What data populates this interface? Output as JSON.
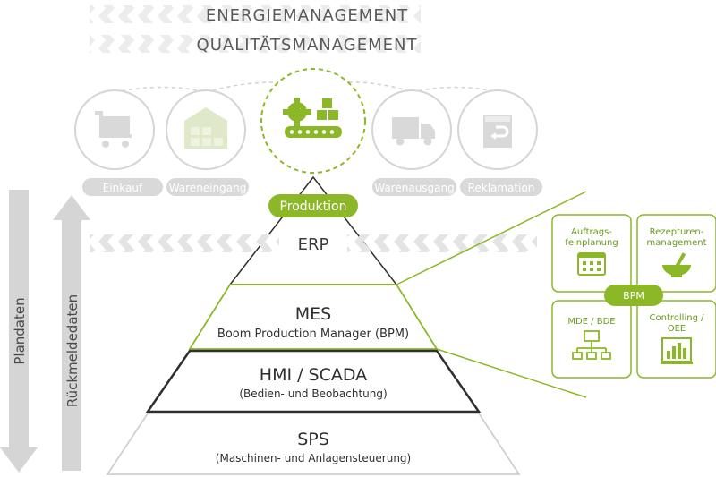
{
  "banners": {
    "energy": "ENERGIEMANAGEMENT",
    "quality": "QUALITÄTSMANAGEMENT",
    "erp": "ERP"
  },
  "process": {
    "einkauf": "Einkauf",
    "wareneingang": "Wareneingang",
    "produktion": "Produktion",
    "warenausgang": "Warenausgang",
    "reklamation": "Reklamation"
  },
  "pyramid": {
    "mes_title": "MES",
    "mes_sub": "Boom Production Manager (BPM)",
    "hmi_title": "HMI / SCADA",
    "hmi_sub": "(Bedien- und Beobachtung)",
    "sps_title": "SPS",
    "sps_sub": "(Maschinen- und Anlagensteuerung)"
  },
  "arrows": {
    "plandaten": "Plandaten",
    "rueckmeldedaten": "Rückmeldedaten"
  },
  "bpm": {
    "center": "BPM",
    "auftrag_1": "Auftrags-",
    "auftrag_2": "feinplanung",
    "rezeptur_1": "Rezepturen-",
    "rezeptur_2": "management",
    "mde": "MDE / BDE",
    "controlling_1": "Controlling /",
    "controlling_2": "OEE"
  },
  "colors": {
    "green": "#8cb827",
    "green_light": "#dbe8bc",
    "grey": "#cfcfcf",
    "grey_text": "#555555",
    "dark": "#2f2f2f"
  }
}
